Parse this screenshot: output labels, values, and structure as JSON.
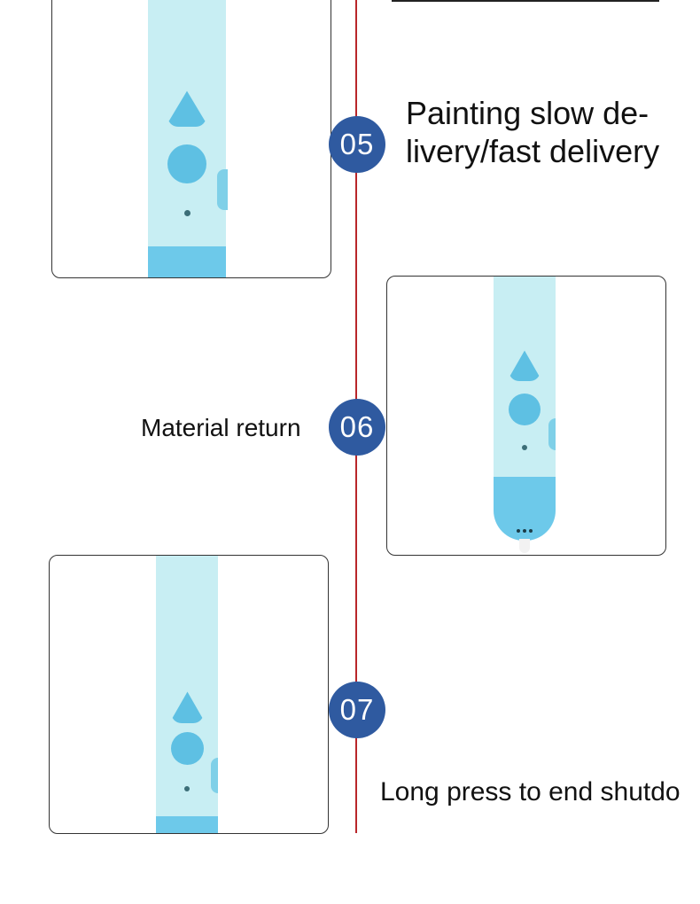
{
  "steps": [
    {
      "number": "05",
      "text": "Painting slow de-\nlivery/fast delivery"
    },
    {
      "number": "06",
      "text": "Material return"
    },
    {
      "number": "07",
      "text": "Long press to end shutdo"
    }
  ],
  "colors": {
    "timeline": "#b9262a",
    "badge": "#2f5aa0",
    "pen_body": "#c8eef3",
    "pen_accent": "#5ec0e3"
  }
}
